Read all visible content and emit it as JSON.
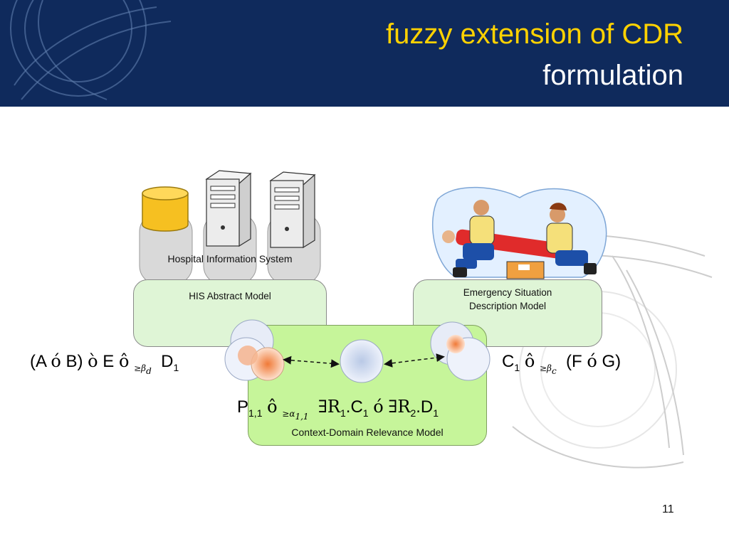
{
  "slide": {
    "title_line1": "fuzzy extension of CDR",
    "title_line2": "formulation",
    "page_number": "11"
  },
  "diagram": {
    "his_label": "Hospital Information System",
    "his_model": "HIS Abstract Model",
    "es_model_line1": "Emergency Situation",
    "es_model_line2": "Description Model",
    "cdr_model": "Context-Domain Relevance Model"
  },
  "formulas": {
    "left": {
      "open": "(A",
      "op1": "ó",
      "b": "B)",
      "op2": "ò",
      "e": "E",
      "rel": "ô",
      "threshold": "≥β",
      "threshold_sub": "d",
      "d": "D",
      "d_sub": "1"
    },
    "right": {
      "c": "C",
      "c_sub": "1",
      "rel": "ô",
      "threshold": "≥β",
      "threshold_sub": "c",
      "f": "(F",
      "op": "ó",
      "g": "G)"
    },
    "bottom": {
      "p": "P",
      "p_sub": "1,1",
      "rel": "ô",
      "threshold": "≥α",
      "threshold_sub": "1,1",
      "exists1": "∃R",
      "r1_sub": "1",
      "c": ".C",
      "c_sub": "1",
      "op": "ó",
      "exists2": "∃R",
      "r2_sub": "2",
      "d": ".D",
      "d_sub": "1"
    }
  },
  "colors": {
    "header_bg": "#0f2a5c",
    "title_accent": "#ffd200",
    "model_box": "#dff5d6",
    "cdr_box": "#c6f59a"
  }
}
